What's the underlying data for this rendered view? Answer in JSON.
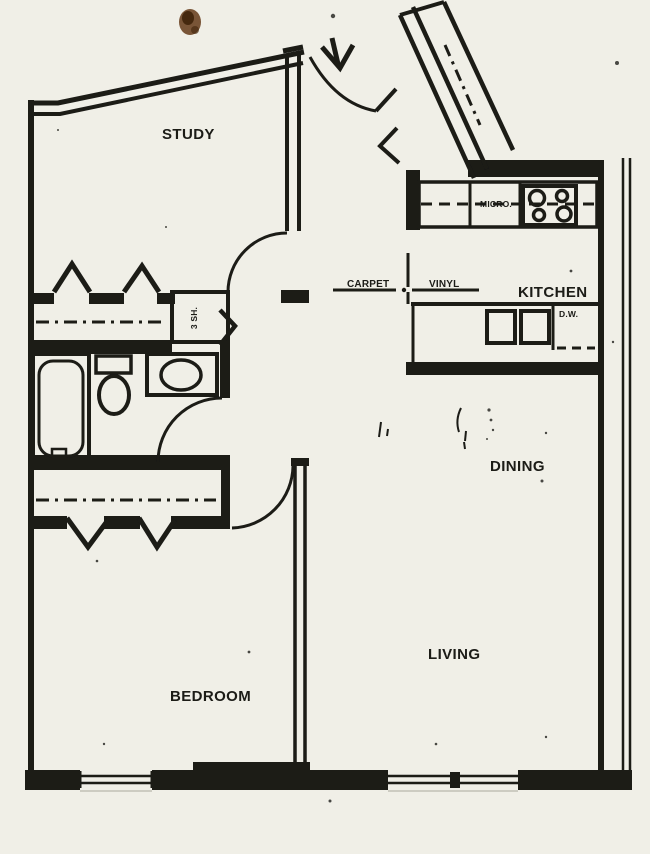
{
  "rooms": {
    "study": {
      "label": "STUDY"
    },
    "kitchen": {
      "label": "KITCHEN"
    },
    "dining": {
      "label": "DINING"
    },
    "living": {
      "label": "LIVING"
    },
    "bedroom": {
      "label": "BEDROOM"
    }
  },
  "labels": {
    "carpet": "CARPET",
    "vinyl": "VINYL",
    "microwave": "MICRO.",
    "dishwasher": "D.W.",
    "closet_shelves": "3 SH."
  },
  "colors": {
    "paper": "#f0efe7",
    "ink": "#1a1a18",
    "stain": "#6b4423",
    "stain-core": "#45280e"
  }
}
